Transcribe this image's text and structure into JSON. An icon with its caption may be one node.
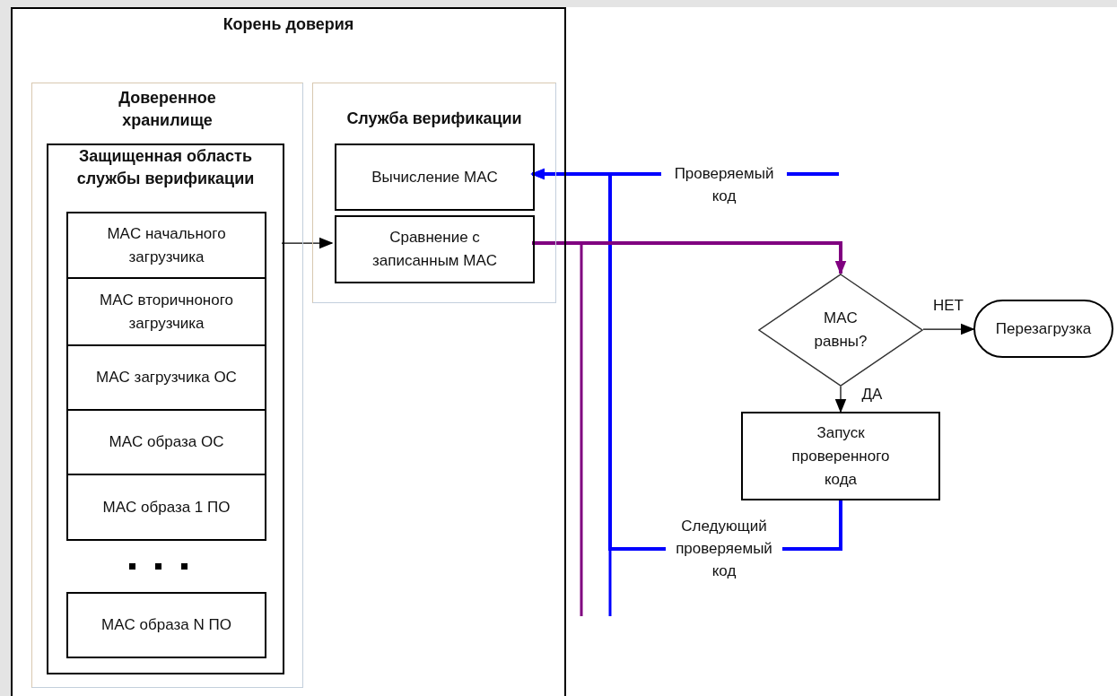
{
  "diagram": {
    "nodes": [
      {
        "text": [
          "Корень доверия"
        ]
      },
      {
        "text": [
          "Доверенное хранилище"
        ],
        "in": 0
      },
      {
        "text": [
          "Защищенная область службы верификации"
        ],
        "in": 1
      },
      {
        "text": [
          "MAC начального загрузчика"
        ],
        "in": 2
      },
      {
        "text": [
          "MAC вторичноного загрузчика"
        ],
        "in": 2
      },
      {
        "text": [
          "MAC загрузчика ОС"
        ],
        "in": 2
      },
      {
        "text": [
          "MAC образа ОС"
        ],
        "in": 2
      },
      {
        "text": [
          "MAC образа 1 ПО"
        ],
        "in": 2
      },
      {
        "text": [
          "MAC образа N ПО"
        ],
        "in": 2
      },
      {
        "text": [
          "Служба верификации"
        ],
        "in": 0
      },
      {
        "text": [
          "Вычисление MAC"
        ],
        "in": 9
      },
      {
        "text": [
          "Сравнение с записанным MAC"
        ],
        "in": 9
      },
      {
        "text": [
          "MAC равны?"
        ]
      },
      {
        "text": [
          "Перезагрузка"
        ]
      },
      {
        "text": [
          "Запуск проверенного кода"
        ]
      }
    ],
    "edges": [
      {
        "from": null,
        "to": 10,
        "arrow": "to",
        "label": "Проверяемый код",
        "style": "thick",
        "color": "#0000ff"
      },
      {
        "from": 14,
        "to": 10,
        "arrow": "to",
        "label": "Следующий проверяемый код",
        "style": "thick",
        "color": "#0000ff"
      },
      {
        "from": 11,
        "to": 12,
        "arrow": "to",
        "style": "thick",
        "color": "#800080"
      },
      {
        "from": 12,
        "to": 13,
        "arrow": "to",
        "label": "НЕТ"
      },
      {
        "from": 12,
        "to": 14,
        "arrow": "to",
        "label": "ДА"
      },
      {
        "from": 2,
        "to": 11,
        "arrow": "to"
      }
    ]
  }
}
